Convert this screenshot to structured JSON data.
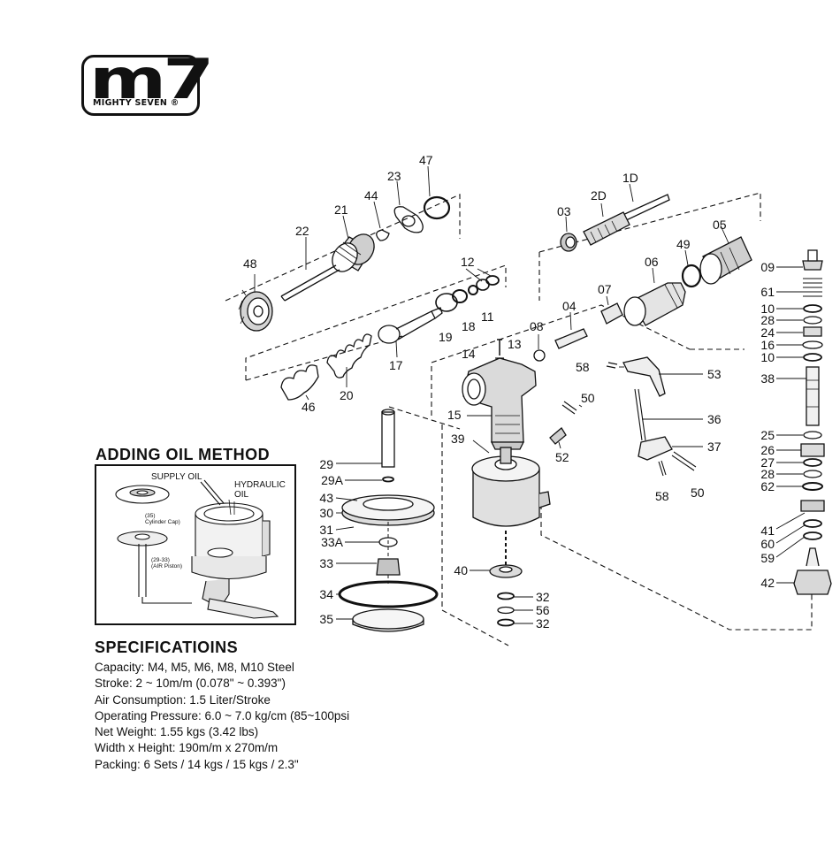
{
  "logo": {
    "mark": "m7",
    "brand": "MIGHTY SEVEN"
  },
  "parts": {
    "p47": "47",
    "p23": "23",
    "p44": "44",
    "p21": "21",
    "p22": "22",
    "p48": "48",
    "p12": "12",
    "p18": "18",
    "p11": "11",
    "p19": "19",
    "p17": "17",
    "p20": "20",
    "p46": "46",
    "p1d": "1D",
    "p2d": "2D",
    "p03": "03",
    "p05": "05",
    "p49": "49",
    "p06": "06",
    "p07": "07",
    "p04": "04",
    "p08": "08",
    "p13": "13",
    "p14": "14",
    "p15": "15",
    "p58a": "58",
    "p53": "53",
    "p50a": "50",
    "p36": "36",
    "p37": "37",
    "p58b": "58",
    "p50b": "50",
    "p39": "39",
    "p52": "52",
    "p29": "29",
    "p29a": "29A",
    "p43": "43",
    "p30": "30",
    "p31": "31",
    "p33a": "33A",
    "p33": "33",
    "p34": "34",
    "p35": "35",
    "p40": "40",
    "p32a": "32",
    "p56": "56",
    "p32b": "32",
    "r09": "09",
    "r61": "61",
    "r10a": "10",
    "r28a": "28",
    "r24": "24",
    "r16": "16",
    "r10b": "10",
    "r38": "38",
    "r25": "25",
    "r26": "26",
    "r27": "27",
    "r28b": "28",
    "r62": "62",
    "r41": "41",
    "r60": "60",
    "r59": "59",
    "r42": "42"
  },
  "oil": {
    "title": "ADDING OIL METHOD",
    "supply": "SUPPLY OIL",
    "hydraulic": "HYDRAULIC",
    "oil": "OIL",
    "cap_num": "(35)",
    "cap_name": "Cylinder Cap)",
    "piston_num": "(29-33)",
    "piston_name": "(AIR Piston)"
  },
  "specs": {
    "title": "SPECIFICATIOINS",
    "items": [
      "Capacity: M4, M5, M6, M8, M10 Steel",
      "Stroke: 2 ~ 10m/m (0.078\" ~ 0.393\")",
      "Air Consumption: 1.5 Liter/Stroke",
      "Operating Pressure: 6.0 ~ 7.0 kg/cm (85~100psi",
      "Net Weight: 1.55 kgs (3.42 lbs)",
      "Width x Height: 190m/m x 270m/m",
      "Packing: 6 Sets / 14 kgs / 15 kgs / 2.3\""
    ]
  }
}
